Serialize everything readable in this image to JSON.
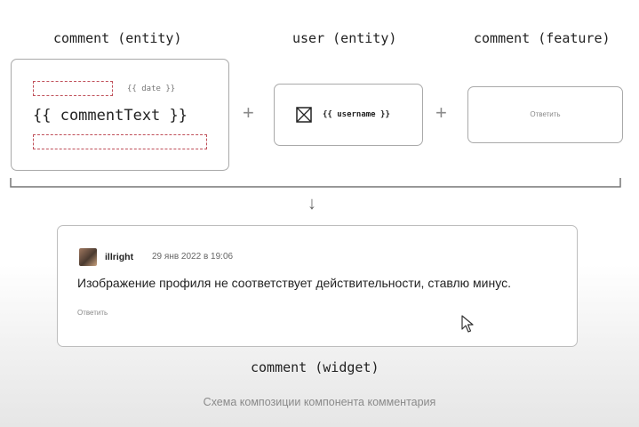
{
  "entities": {
    "comment_entity": {
      "title": "comment (entity)",
      "date_placeholder": "{{ date }}",
      "text_placeholder": "{{ commentText }}"
    },
    "user_entity": {
      "title": "user (entity)",
      "username_placeholder": "{{ username }}"
    },
    "comment_feature": {
      "title": "comment (feature)",
      "reply_label": "Ответить"
    }
  },
  "operators": {
    "plus": "+",
    "arrow": "↓"
  },
  "widget": {
    "title": "comment (widget)",
    "username": "illright",
    "date": "29 янв 2022 в 19:06",
    "text": "Изображение профиля не соответствует действительности, ставлю минус.",
    "reply_label": "Ответить"
  },
  "caption": "Схема композиции компонента комментария",
  "colors": {
    "dashed_placeholder": "#c0505a",
    "box_border": "#a9a9a9"
  }
}
